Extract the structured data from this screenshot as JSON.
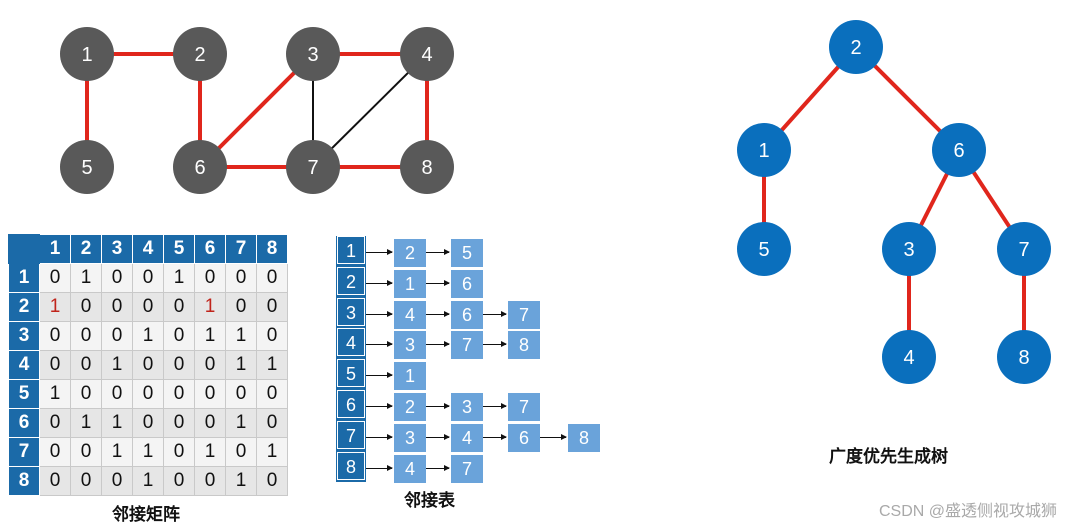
{
  "graph": {
    "nodes": [
      {
        "id": "1",
        "label": "1"
      },
      {
        "id": "2",
        "label": "2"
      },
      {
        "id": "3",
        "label": "3"
      },
      {
        "id": "4",
        "label": "4"
      },
      {
        "id": "5",
        "label": "5"
      },
      {
        "id": "6",
        "label": "6"
      },
      {
        "id": "7",
        "label": "7"
      },
      {
        "id": "8",
        "label": "8"
      }
    ],
    "edges": [
      {
        "from": "1",
        "to": "2",
        "tree": true
      },
      {
        "from": "1",
        "to": "5",
        "tree": true
      },
      {
        "from": "2",
        "to": "6",
        "tree": true
      },
      {
        "from": "6",
        "to": "3",
        "tree": true
      },
      {
        "from": "6",
        "to": "7",
        "tree": true
      },
      {
        "from": "3",
        "to": "4",
        "tree": true
      },
      {
        "from": "7",
        "to": "8",
        "tree": true
      },
      {
        "from": "3",
        "to": "7",
        "tree": false
      },
      {
        "from": "4",
        "to": "7",
        "tree": false
      },
      {
        "from": "4",
        "to": "8",
        "tree": true
      }
    ],
    "node_color": "#595959",
    "tree_edge_color": "#e0261c",
    "other_edge_color": "#111111"
  },
  "matrix": {
    "caption": "邻接矩阵",
    "headers": [
      "1",
      "2",
      "3",
      "4",
      "5",
      "6",
      "7",
      "8"
    ],
    "rows": [
      [
        "0",
        "1",
        "0",
        "0",
        "1",
        "0",
        "0",
        "0"
      ],
      [
        "1",
        "0",
        "0",
        "0",
        "0",
        "1",
        "0",
        "0"
      ],
      [
        "0",
        "0",
        "0",
        "1",
        "0",
        "1",
        "1",
        "0"
      ],
      [
        "0",
        "0",
        "1",
        "0",
        "0",
        "0",
        "1",
        "1"
      ],
      [
        "1",
        "0",
        "0",
        "0",
        "0",
        "0",
        "0",
        "0"
      ],
      [
        "0",
        "1",
        "1",
        "0",
        "0",
        "0",
        "1",
        "0"
      ],
      [
        "0",
        "0",
        "1",
        "1",
        "0",
        "1",
        "0",
        "1"
      ],
      [
        "0",
        "0",
        "0",
        "1",
        "0",
        "0",
        "1",
        "0"
      ]
    ],
    "highlights": [
      [
        1,
        0
      ],
      [
        1,
        5
      ]
    ],
    "header_color": "#1b6aa8",
    "highlight_color": "#c0241b"
  },
  "adjacency_list": {
    "caption": "邻接表",
    "heads": [
      "1",
      "2",
      "3",
      "4",
      "5",
      "6",
      "7",
      "8"
    ],
    "lists": [
      [
        "2",
        "5"
      ],
      [
        "1",
        "6"
      ],
      [
        "4",
        "6",
        "7"
      ],
      [
        "3",
        "7",
        "8"
      ],
      [
        "1"
      ],
      [
        "2",
        "3",
        "7"
      ],
      [
        "3",
        "4",
        "6",
        "8"
      ],
      [
        "4",
        "7"
      ]
    ],
    "box_color": "#6aa3da"
  },
  "tree": {
    "caption": "广度优先生成树",
    "nodes": [
      {
        "id": "2",
        "label": "2"
      },
      {
        "id": "1",
        "label": "1"
      },
      {
        "id": "6",
        "label": "6"
      },
      {
        "id": "5",
        "label": "5"
      },
      {
        "id": "3",
        "label": "3"
      },
      {
        "id": "7",
        "label": "7"
      },
      {
        "id": "4",
        "label": "4"
      },
      {
        "id": "8",
        "label": "8"
      }
    ],
    "edges": [
      {
        "from": "2",
        "to": "1"
      },
      {
        "from": "2",
        "to": "6"
      },
      {
        "from": "1",
        "to": "5"
      },
      {
        "from": "6",
        "to": "3"
      },
      {
        "from": "6",
        "to": "7"
      },
      {
        "from": "3",
        "to": "4"
      },
      {
        "from": "7",
        "to": "8"
      }
    ],
    "node_color": "#0a6fbd",
    "edge_color": "#e0261c"
  },
  "watermark": "CSDN @盛透侧视攻城狮"
}
